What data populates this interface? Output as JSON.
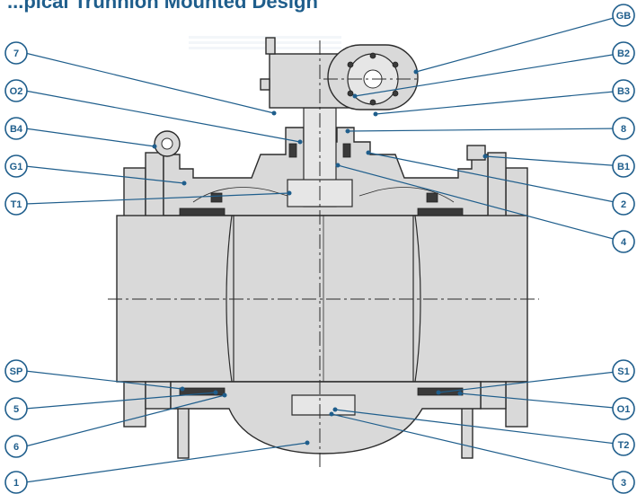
{
  "title": "...pical Trunnion Mounted Design",
  "callouts": [
    {
      "id": "c7",
      "label": "7"
    },
    {
      "id": "cO2",
      "label": "O2"
    },
    {
      "id": "cB4",
      "label": "B4"
    },
    {
      "id": "cG1",
      "label": "G1"
    },
    {
      "id": "cT1",
      "label": "T1"
    },
    {
      "id": "cSP",
      "label": "SP"
    },
    {
      "id": "c5",
      "label": "5"
    },
    {
      "id": "c6",
      "label": "6"
    },
    {
      "id": "c1",
      "label": "1"
    },
    {
      "id": "cGB",
      "label": "GB"
    },
    {
      "id": "cB2",
      "label": "B2"
    },
    {
      "id": "cB3",
      "label": "B3"
    },
    {
      "id": "c8",
      "label": "8"
    },
    {
      "id": "cB1",
      "label": "B1"
    },
    {
      "id": "c2",
      "label": "2"
    },
    {
      "id": "c4",
      "label": "4"
    },
    {
      "id": "cS1",
      "label": "S1"
    },
    {
      "id": "cO1",
      "label": "O1"
    },
    {
      "id": "cT2",
      "label": "T2"
    },
    {
      "id": "c3",
      "label": "3"
    }
  ],
  "colors": {
    "accent": "#1f5e8c",
    "body": "#d9d9d9",
    "outline": "#2b2b2b"
  }
}
